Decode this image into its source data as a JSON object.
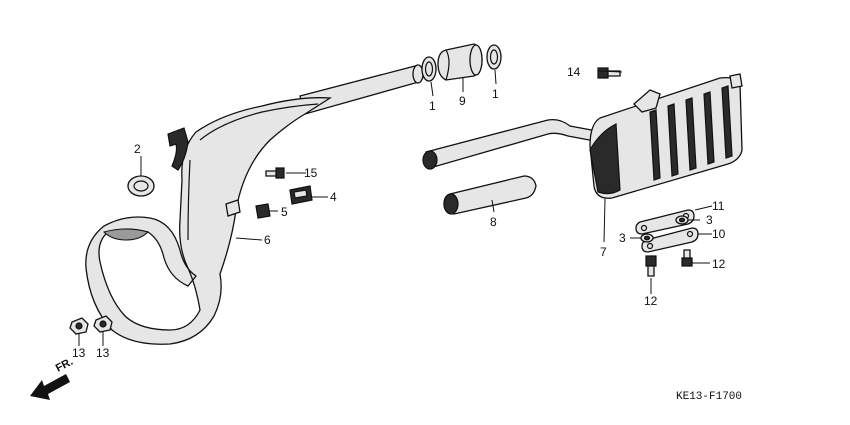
{
  "diagram": {
    "callouts": {
      "c1a": "1",
      "c1b": "1",
      "c2": "2",
      "c3a": "3",
      "c3b": "3",
      "c4": "4",
      "c5": "5",
      "c6": "6",
      "c7": "7",
      "c8": "8",
      "c9": "9",
      "c10": "10",
      "c11": "11",
      "c12a": "12",
      "c12b": "12",
      "c13a": "13",
      "c13b": "13",
      "c14": "14",
      "c15": "15"
    },
    "direction_label": "FR.",
    "figure_code": "KE13-F1700"
  }
}
